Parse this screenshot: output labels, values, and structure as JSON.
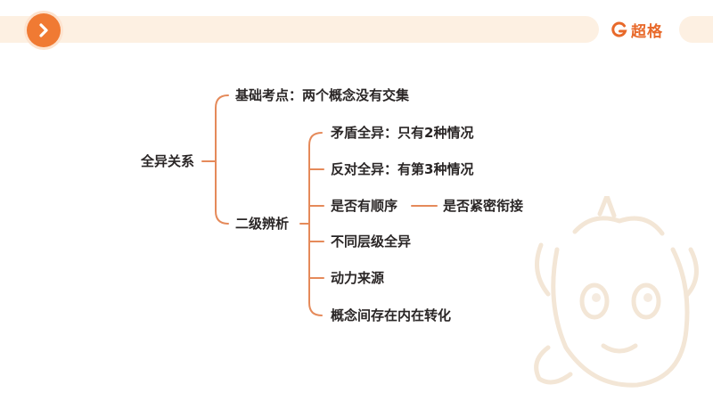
{
  "logo": {
    "text": "超格",
    "icon": "brand-g-icon"
  },
  "nav": {
    "icon": "chevron-right-icon"
  },
  "diagram": {
    "root": "全异关系",
    "branch1": {
      "label": "基础考点：两个概念没有交集"
    },
    "branch2": {
      "label": "二级辨析",
      "children": [
        "矛盾全异：只有2种情况",
        "反对全异：有第3种情况",
        "是否有顺序",
        "不同层级全异",
        "动力来源",
        "概念间存在内在转化"
      ],
      "order_link": "是否紧密衔接"
    }
  },
  "colors": {
    "accent": "#f07a33",
    "bar": "#fdf0e2",
    "line": "#e58a5a",
    "text": "#2a2626"
  },
  "decoration": {
    "mascot": "unicorn-mascot-watermark"
  }
}
